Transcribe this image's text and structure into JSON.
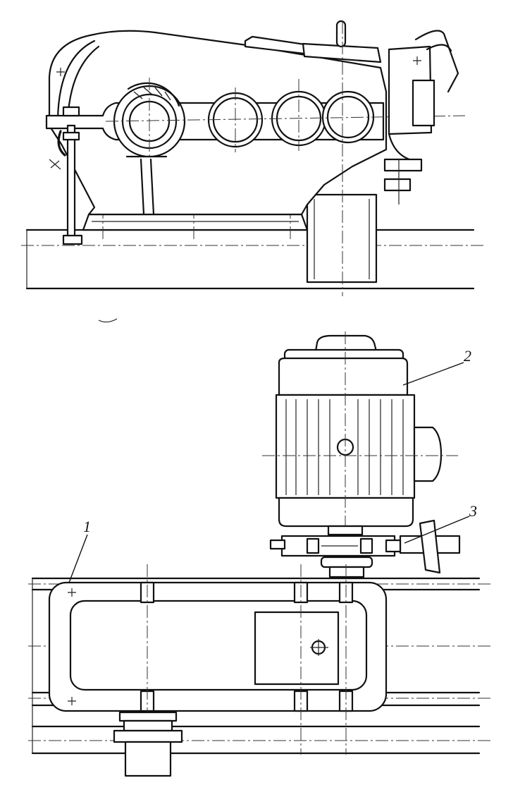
{
  "callouts": [
    {
      "label": "1",
      "part": "gearbox"
    },
    {
      "label": "2",
      "part": "motor"
    },
    {
      "label": "3",
      "part": "coupling"
    }
  ]
}
